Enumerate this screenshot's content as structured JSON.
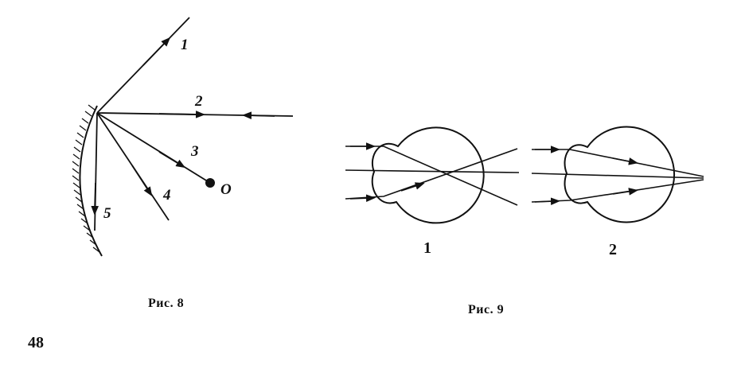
{
  "figure8": {
    "caption": "Рис. 8",
    "ray_labels": [
      "1",
      "2",
      "3",
      "4",
      "5"
    ],
    "point_label": "O"
  },
  "figure9": {
    "caption": "Рис. 9",
    "eye_labels": [
      "1",
      "2"
    ]
  },
  "page_number": "48"
}
